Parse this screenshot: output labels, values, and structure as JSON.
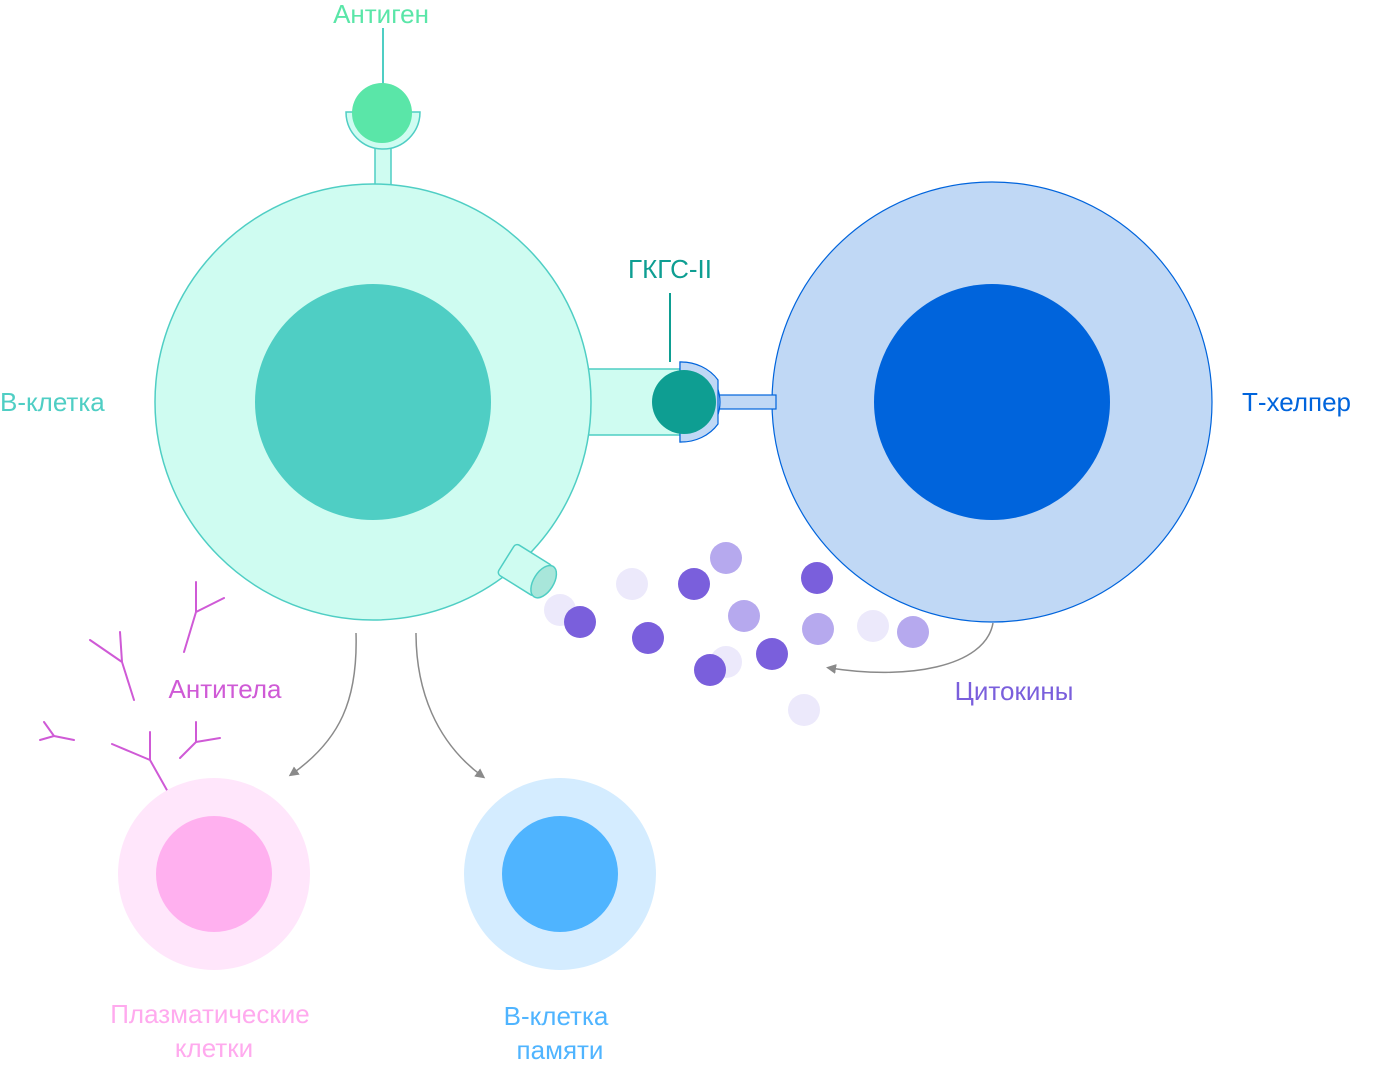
{
  "labels": {
    "antigen": "Антиген",
    "b_cell": "B-клетка",
    "mhc": "ГКГС-II",
    "t_helper": "Т-хелпер",
    "antibodies": "Антитела",
    "cytokines": "Цитокины",
    "plasma_line1": "Плазматические",
    "plasma_line2": "клетки",
    "memory_line1": "B-клетка",
    "memory_line2": "памяти"
  },
  "colors": {
    "b_cell_outer": "#cffcf1",
    "b_cell_nucleus": "#4fcec4",
    "b_cell_label": "#4fcec4",
    "antigen": "#5ae6a8",
    "mhc": "#0e9e92",
    "t_helper_outer": "#c0d8f5",
    "t_helper_nucleus": "#0064dc",
    "t_helper_label": "#0064dc",
    "plasma_outer": "#ffe6fb",
    "plasma_nucleus": "#ffb0ef",
    "plasma_label": "#ffaaee",
    "memory_outer": "#d4ecff",
    "memory_nucleus": "#4fb4ff",
    "memory_label": "#4fb4ff",
    "antibody": "#cf5ad6",
    "cytokine_label": "#7a5fdc",
    "arrow": "#8a8a8a"
  }
}
